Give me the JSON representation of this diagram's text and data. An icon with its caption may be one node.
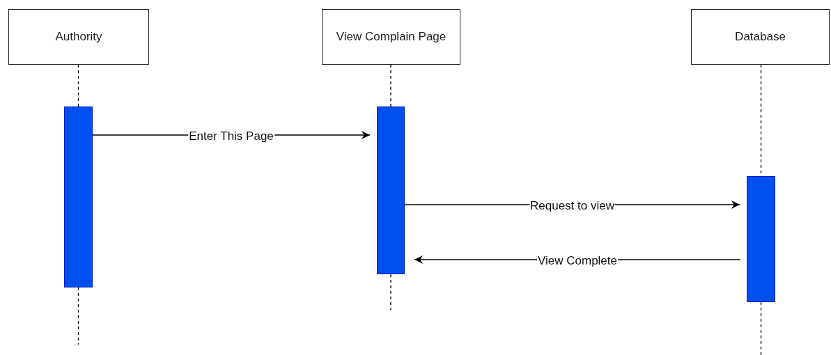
{
  "diagram": {
    "nodes": [
      {
        "text": [
          "Authority"
        ]
      },
      {
        "text": [
          "View Complain Page"
        ]
      },
      {
        "text": [
          "Database"
        ]
      },
      {
        "text": [],
        "shape": "bar"
      },
      {
        "text": [],
        "shape": "bar"
      },
      {
        "text": [],
        "shape": "bar"
      }
    ],
    "edges": [
      {
        "from": 0,
        "to": 3,
        "arrow": "none",
        "style": "dashed"
      },
      {
        "from": 1,
        "to": 4,
        "arrow": "none",
        "style": "dashed"
      },
      {
        "from": 2,
        "to": 5,
        "arrow": "none",
        "style": "dashed"
      },
      {
        "from": 3,
        "to": null,
        "arrow": "none",
        "style": "dashed"
      },
      {
        "from": 4,
        "to": null,
        "arrow": "none",
        "style": "dashed"
      },
      {
        "from": 5,
        "to": null,
        "arrow": "none",
        "style": "dashed"
      },
      {
        "from": 3,
        "to": 4,
        "arrow": "to",
        "label": "Enter This Page"
      },
      {
        "from": 4,
        "to": 5,
        "arrow": "to",
        "label": "Request to view"
      },
      {
        "from": 5,
        "to": 4,
        "arrow": "to",
        "label": "View Complete"
      }
    ]
  }
}
